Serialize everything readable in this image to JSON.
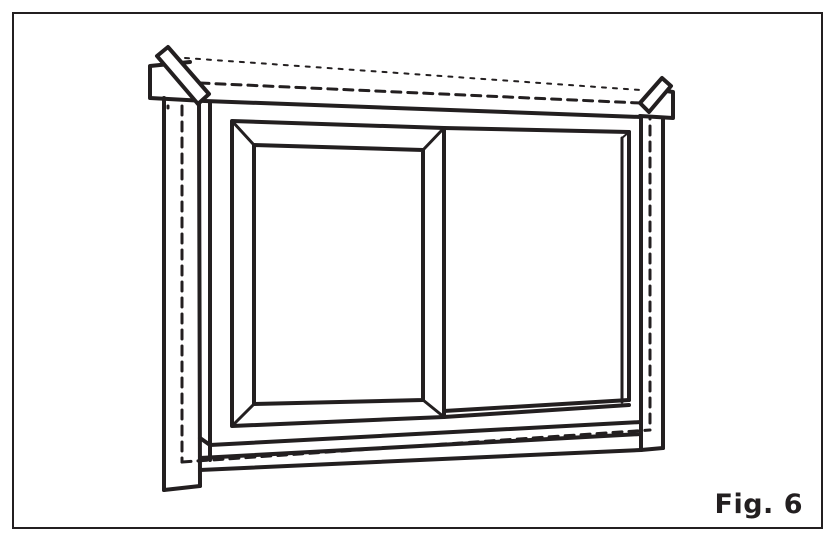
{
  "figure": {
    "label": "Fig. 6",
    "subject": "window-trim-installation",
    "colors": {
      "stroke": "#231f20",
      "background": "#ffffff"
    }
  },
  "diagram": {
    "elements": [
      {
        "id": "window-frame",
        "description": "outer window frame"
      },
      {
        "id": "left-sash",
        "description": "left sliding sash with beveled panel"
      },
      {
        "id": "right-sash",
        "description": "right fixed sash"
      },
      {
        "id": "left-side-trim",
        "description": "left vertical trim board"
      },
      {
        "id": "right-side-trim",
        "description": "right vertical trim board"
      },
      {
        "id": "left-top-trim-piece",
        "description": "angled head trim piece, left"
      },
      {
        "id": "right-top-trim-piece",
        "description": "angled head trim piece, right"
      },
      {
        "id": "head-trim-outline",
        "description": "dotted outline of head trim"
      },
      {
        "id": "hidden-edges",
        "description": "dashed hidden lines"
      }
    ]
  }
}
